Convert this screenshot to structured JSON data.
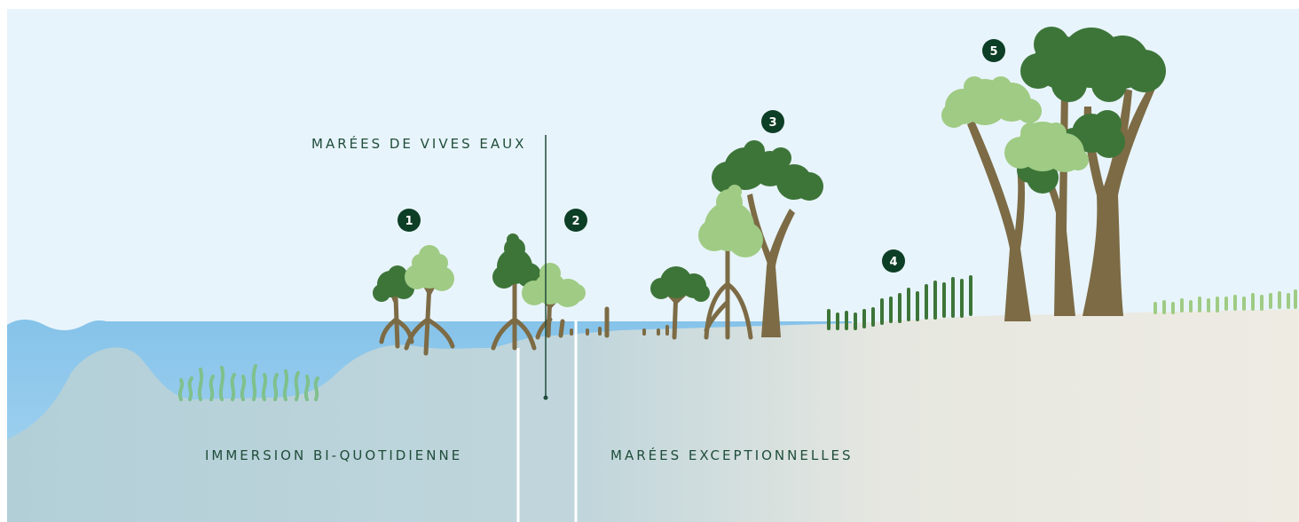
{
  "labels": {
    "spring_tides": "MARÉES DE VIVES EAUX",
    "twice_daily_immersion": "IMMERSION BI-QUOTIDIENNE",
    "exceptional_tides": "MARÉES EXCEPTIONNELLES"
  },
  "markers": [
    {
      "id": "1",
      "label": "1"
    },
    {
      "id": "2",
      "label": "2"
    },
    {
      "id": "3",
      "label": "3"
    },
    {
      "id": "4",
      "label": "4"
    },
    {
      "id": "5",
      "label": "5"
    }
  ],
  "colors": {
    "sky": "#e8f4fb",
    "water": "#8fc9ec",
    "mud": "#b9d3d9",
    "sand": "#ece9e0",
    "trunk": "#7c6b45",
    "dark_green": "#3d7539",
    "light_green": "#9fcb84",
    "marker": "#0d3e26",
    "label_text": "#1f4d3a"
  }
}
